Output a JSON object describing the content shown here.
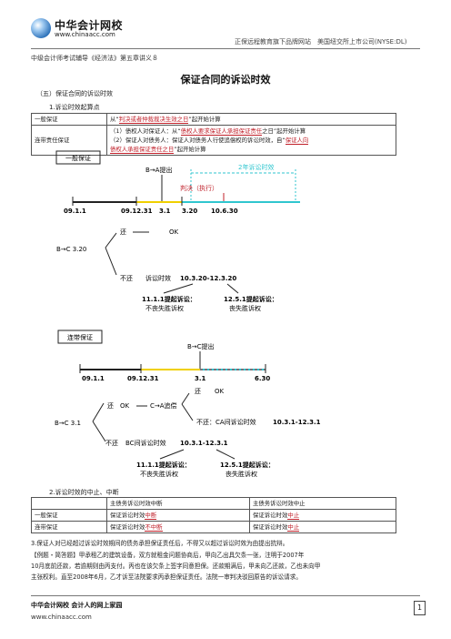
{
  "header": {
    "logo_cn": "中华会计网校",
    "logo_en": "www.chinaacc.com",
    "slogan": "正保远程教育旗下品牌网站　美国纽交所上市公司(NYSE:DL)"
  },
  "subject": "中级会计师考试辅导《经济法》第五章讲义８",
  "title": "保证合同的诉讼时效",
  "section": "（五）保证合同的诉讼时效",
  "item1": "1.诉讼时效起算点",
  "table1": {
    "r1_label": "一般保证",
    "r1_pre": "从“",
    "r1_red": "判决或者仲裁裁决生效之日",
    "r1_post": "”起开始计算",
    "r2_label": "连带责任保证",
    "r2_line1_pre": "（1）债权人对保证人：从“",
    "r2_line1_red": "债权人要求保证人承担保证责任",
    "r2_line1_post": "之日”起开始计算",
    "r2_line2_pre": "（2）保证人对债务人：保证人对债务人行使追偿权的诉讼时效，自“",
    "r2_line2_red1": "保证人向",
    "r2_line3_red": "债权人承担保证责任之日",
    "r2_line3_post": "”起开始计算"
  },
  "diagram1": {
    "box": "一般保证",
    "event": "B→A提出",
    "period": "2年诉讼时效",
    "judgment": "判决（执行）",
    "dates": [
      "09.1.1",
      "09.12.31",
      "3.1",
      "3.20",
      "10.6.30"
    ],
    "claim": "B→C  3.20",
    "repay": "还",
    "repay_ok": "OK",
    "norepay": "不还",
    "period_text": "诉讼时效",
    "period_range": "10.3.20-12.3.20",
    "suit1": "11.1.1提起诉讼：",
    "suit1_result": "不丧失胜诉权",
    "suit2": "12.5.1提起诉讼：",
    "suit2_result": "丧失胜诉权"
  },
  "diagram2": {
    "box": "连带保证",
    "event": "B→C提出",
    "dates": [
      "09.1.1",
      "09.12.31",
      "3.1",
      "6.30"
    ],
    "claim": "B→C  3.1",
    "repay": "还",
    "repay_ok": "OK",
    "recourse": "C→A追偿",
    "sub_repay": "还",
    "sub_ok": "OK",
    "sub_norepay": "不还：CA间诉讼时效",
    "sub_range": "10.3.1-12.3.1",
    "norepay": "不还",
    "bc_period": "BC间诉讼时效",
    "bc_range": "10.3.1-12.3.1",
    "suit1": "11.1.1提起诉讼：",
    "suit1_result": "不丧失胜诉权",
    "suit2": "12.5.1提起诉讼：",
    "suit2_result": "丧失胜诉权"
  },
  "item2": "2.诉讼时效的中止、中断",
  "table2": {
    "h1": "主债务诉讼时效中断",
    "h2": "主债务诉讼时效中止",
    "r1_label": "一般保证",
    "r1_c1_pre": "保证诉讼时效",
    "r1_c1_red": "中断",
    "r1_c2_pre": "保证诉讼时效",
    "r1_c2_red": "中止",
    "r2_label": "连带保证",
    "r2_c1_pre": "保证诉讼时效",
    "r2_c1_red": "不中断",
    "r2_c2_pre": "保证诉讼时效",
    "r2_c2_red": "中止"
  },
  "item3": "3.保证人对已经超过诉讼时效期间的债务承担保证责任后，不得又以超过诉讼时效为由提出抗辩。",
  "example_l1": "【例题・简答题】甲承租乙的建筑设备，双方就租金问题协商后，甲向乙出具欠条一张，注明于2007年",
  "example_l2": "10月底前还款，若逾期则由丙支付。丙也在该欠条上签字同意担保。还款期满后，甲未向乙还款，乙也未向甲",
  "example_l3": "主张权利。直至2008年6月，乙才诉至法院要求丙承担保证责任。法院一审判决驳回原告的诉讼请求。",
  "footer": {
    "line1": "中华会计网校 会计人的网上家园",
    "line2": "www.chinaacc.com",
    "page": "1"
  },
  "colors": {
    "red": "#c0202a",
    "yellow": "#f0d000",
    "cyan": "#2fc6cf",
    "text": "#222222"
  }
}
